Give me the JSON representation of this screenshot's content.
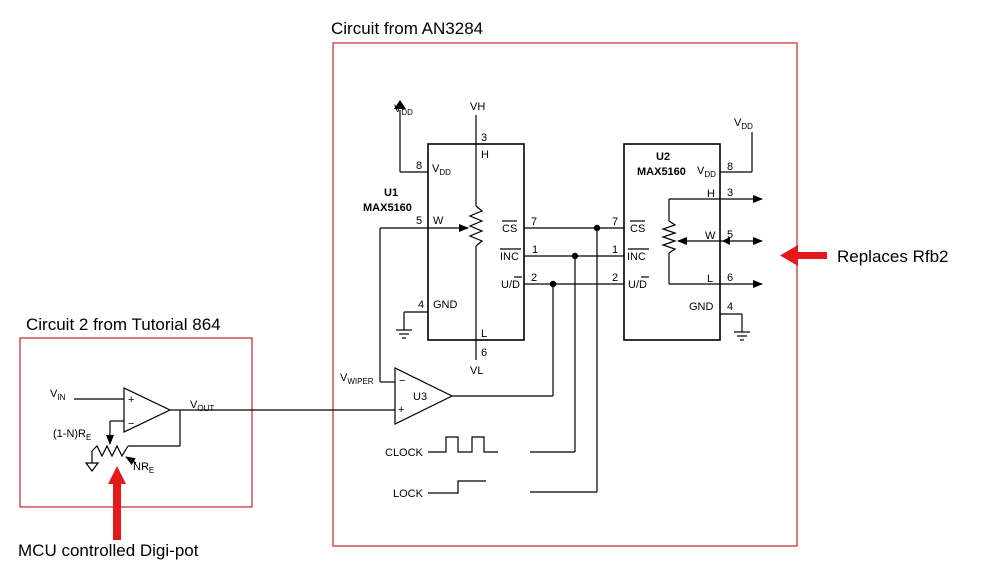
{
  "captions": {
    "an3284": "Circuit from AN3284",
    "tutorial864": "Circuit 2 from Tutorial 864",
    "replaces": "Replaces Rfb2",
    "mcu": "MCU controlled Digi-pot"
  },
  "u1": {
    "ref": "U1",
    "part": "MAX5160",
    "pins": {
      "vdd_num": "8",
      "vdd": "V",
      "vdd_sub": "DD",
      "w_num": "5",
      "w": "W",
      "gnd_num": "4",
      "gnd": "GND",
      "h_num": "3",
      "h": "H",
      "l_num": "6",
      "l": "L",
      "cs_num": "7",
      "cs": "CS",
      "inc_num": "1",
      "inc": "INC",
      "ud_num": "2",
      "ud_u": "U/",
      "ud_d": "D"
    },
    "rails": {
      "top": "VH",
      "bottom": "VL",
      "vdd": "V",
      "vdd_sub": "DD"
    }
  },
  "u2": {
    "ref": "U2",
    "part": "MAX5160",
    "pins": {
      "cs_num": "7",
      "cs": "CS",
      "inc_num": "1",
      "inc": "INC",
      "ud_num": "2",
      "ud_u": "U/",
      "ud_d": "D",
      "vdd_num": "8",
      "vdd": "V",
      "vdd_sub": "DD",
      "h_num": "3",
      "h": "H",
      "w_num": "5",
      "w": "W",
      "l_num": "6",
      "l": "L",
      "gnd_num": "4",
      "gnd": "GND"
    },
    "rail_vdd": "V",
    "rail_vdd_sub": "DD"
  },
  "u3": {
    "ref": "U3",
    "minus": "−",
    "plus": "+",
    "vwiper": "V",
    "vwiper_sub": "WIPER"
  },
  "signals": {
    "clock": "CLOCK",
    "lock": "LOCK"
  },
  "tutorial": {
    "vin": "V",
    "vin_sub": "IN",
    "vout": "V",
    "vout_sub": "OUT",
    "plus": "+",
    "minus": "−",
    "r_upper": "(1-N)R",
    "r_upper_sub": "E",
    "r_lower": "NR",
    "r_lower_sub": "E"
  },
  "colors": {
    "frame": "#c0272d",
    "arrow": "#e3191c"
  }
}
